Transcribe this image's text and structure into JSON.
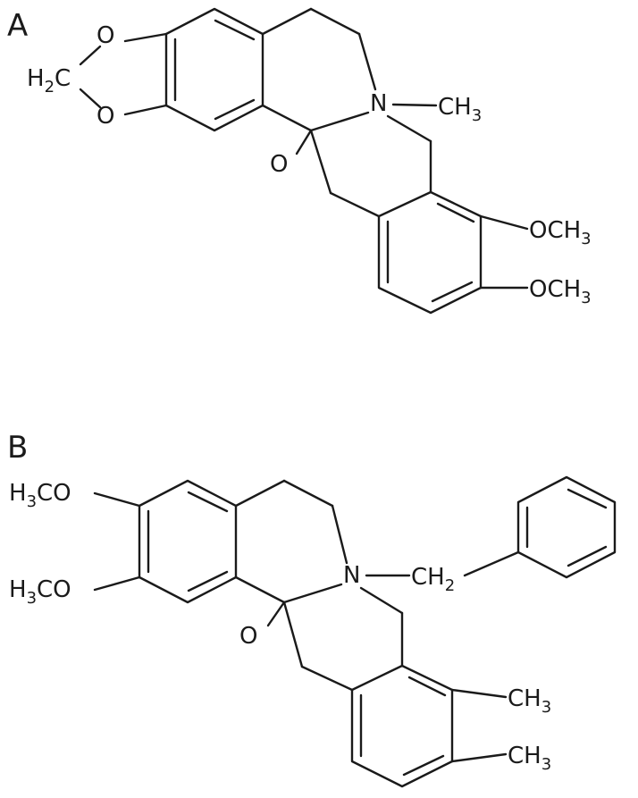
{
  "panels": {
    "a": {
      "label": "A",
      "atoms": {
        "o_top": "O",
        "o_bottom": "O",
        "h2c_h": "H",
        "h2c_2": "2",
        "h2c_c": "C",
        "n": "N",
        "ch3_ch": "CH",
        "ch3_3": "3",
        "carbonyl_o": "O",
        "ome1_och": "OCH",
        "ome1_3": "3",
        "ome2_och": "OCH",
        "ome2_3": "3"
      }
    },
    "b": {
      "label": "B",
      "atoms": {
        "h3co1_h": "H",
        "h3co1_3": "3",
        "h3co1_co": "CO",
        "h3co2_h": "H",
        "h3co2_3": "3",
        "h3co2_co": "CO",
        "n": "N",
        "ch2_ch": "CH",
        "ch2_2": "2",
        "carbonyl_o": "O",
        "me1_ch": "CH",
        "me1_3": "3",
        "me2_ch": "CH",
        "me2_3": "3"
      }
    }
  }
}
